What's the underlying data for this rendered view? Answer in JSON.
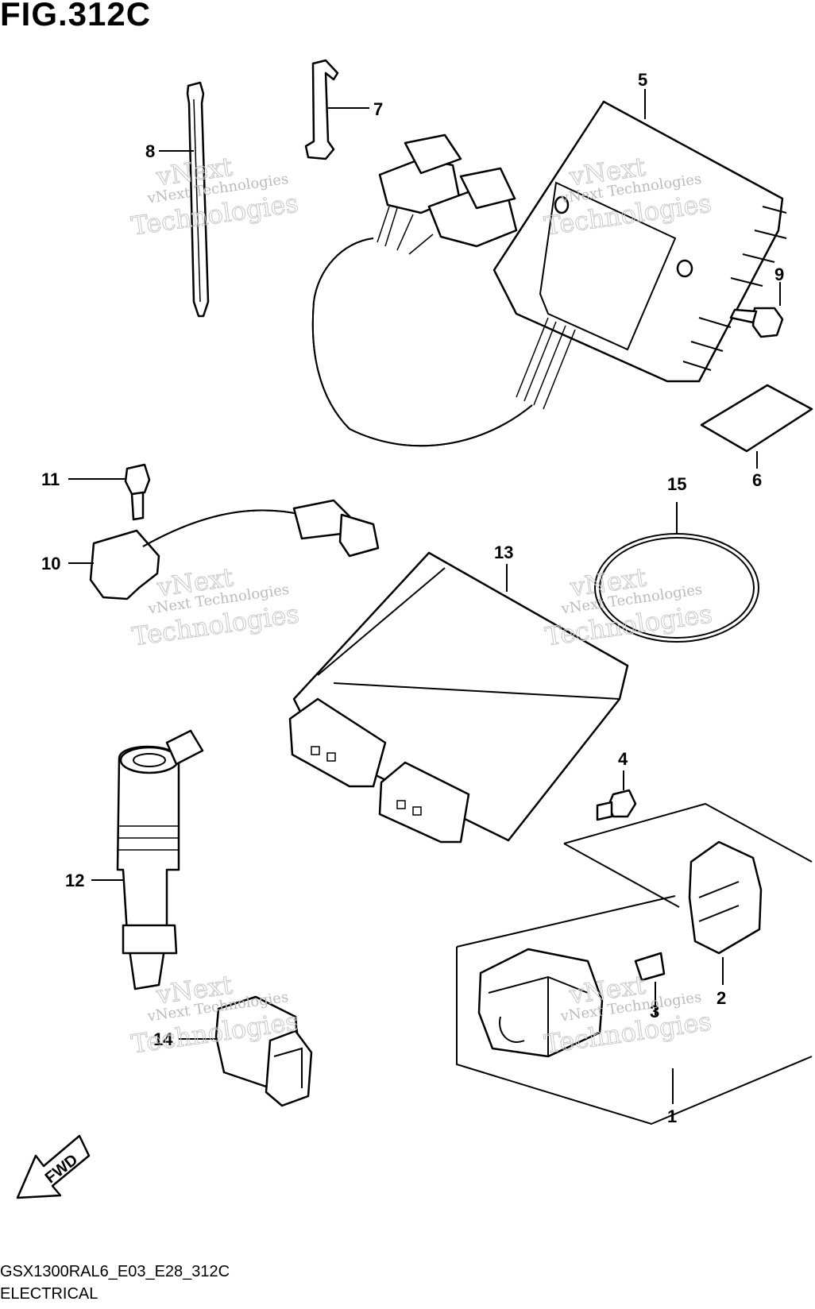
{
  "figure": {
    "title": "FIG.312C",
    "code": "GSX1300RAL6_E03_E28_312C",
    "section": "ELECTRICAL"
  },
  "callouts": {
    "c1": "1",
    "c2": "2",
    "c3": "3",
    "c4": "4",
    "c5": "5",
    "c6": "6",
    "c7": "7",
    "c8": "8",
    "c9": "9",
    "c10": "10",
    "c11": "11",
    "c12": "12",
    "c13": "13",
    "c14": "14",
    "c15": "15"
  },
  "fwd_label": "FWD",
  "watermark": {
    "line1": "vNext",
    "line2": "vNext Technologies",
    "line3": "Technologies"
  }
}
